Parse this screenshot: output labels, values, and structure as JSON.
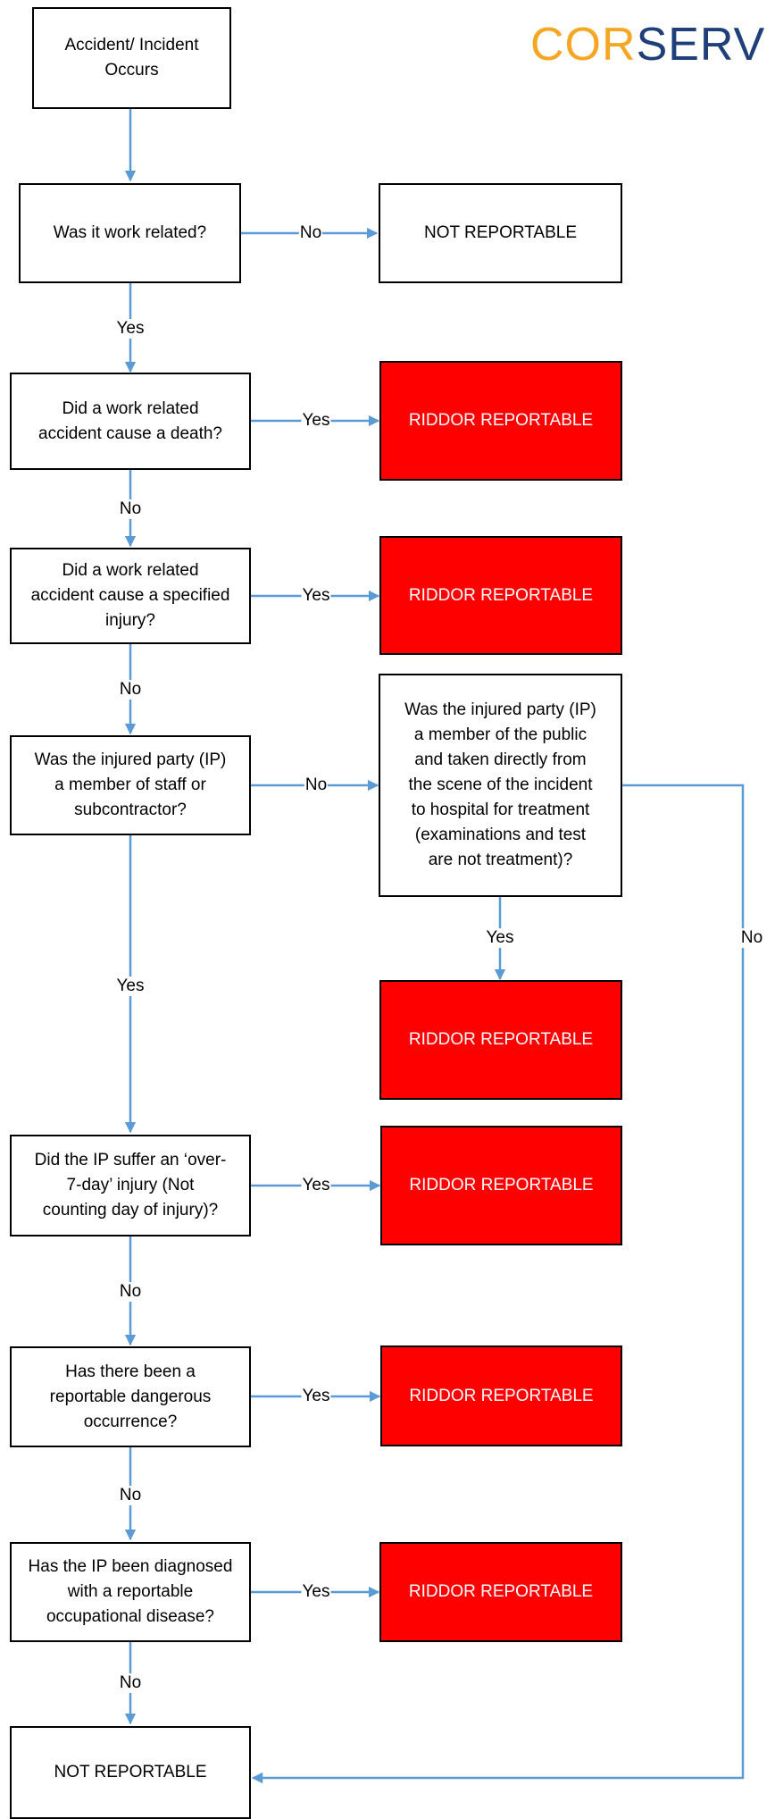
{
  "logo": {
    "part1": "COR",
    "part2": "SERV",
    "color1": "#f5a623",
    "color2": "#1f3f7a"
  },
  "colors": {
    "connector": "#5b9bd5",
    "reportable_fill": "#ff0000",
    "reportable_text": "#ffffff"
  },
  "nodes": {
    "start": "Accident/ Incident\nOccurs",
    "q_work_related": "Was it work related?",
    "not_reportable_1": "NOT REPORTABLE",
    "q_death": "Did a work related\naccident cause a death?",
    "riddor_death": "RIDDOR REPORTABLE",
    "q_specified_injury": "Did a work related\naccident cause a specified\ninjury?",
    "riddor_specified": "RIDDOR REPORTABLE",
    "q_staff": "Was the injured party (IP)\na member of staff or\nsubcontractor?",
    "q_public": "Was the injured party (IP)\na member of the public\nand taken directly from\nthe scene of the incident\nto hospital for treatment\n(examinations and test\nare not treatment)?",
    "riddor_public": "RIDDOR REPORTABLE",
    "q_over7": "Did the IP suffer an ‘over-\n7-day’ injury (Not\ncounting day of injury)?",
    "riddor_over7": "RIDDOR REPORTABLE",
    "q_dangerous": "Has there been a\nreportable dangerous\noccurrence?",
    "riddor_dangerous": "RIDDOR REPORTABLE",
    "q_disease": "Has the IP been diagnosed\nwith a reportable\noccupational disease?",
    "riddor_disease": "RIDDOR REPORTABLE",
    "not_reportable_final": "NOT REPORTABLE"
  },
  "edges": {
    "work_no": "No",
    "work_yes": "Yes",
    "death_yes": "Yes",
    "death_no": "No",
    "specified_yes": "Yes",
    "specified_no": "No",
    "staff_no": "No",
    "staff_yes": "Yes",
    "public_yes": "Yes",
    "public_no": "No",
    "over7_yes": "Yes",
    "over7_no": "No",
    "dangerous_yes": "Yes",
    "dangerous_no": "No",
    "disease_yes": "Yes",
    "disease_no": "No"
  }
}
